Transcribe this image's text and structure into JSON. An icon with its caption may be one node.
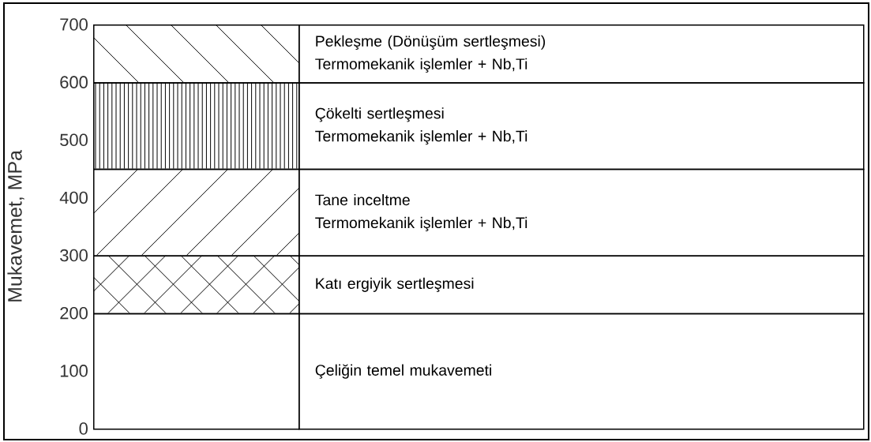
{
  "diagram": {
    "nodes": [
      {
        "text": [],
        "shape": "box"
      },
      {
        "text": [],
        "shape": "box"
      },
      {
        "text": [],
        "shape": "box"
      },
      {
        "text": [],
        "shape": "box"
      },
      {
        "text": [],
        "shape": "box"
      },
      {
        "text": [
          "Pekleşme (Dönüşüm sertleşmesi)",
          "Termomekanik işlemler + Nb,Ti"
        ]
      },
      {
        "text": [
          "Çökelti sertleşmesi",
          "Termomekanik işlemler + Nb,Ti"
        ]
      },
      {
        "text": [
          "Tane inceltme",
          "Termomekanik işlemler + Nb,Ti"
        ]
      },
      {
        "text": [
          "Katı ergiyik sertleşmesi"
        ]
      },
      {
        "text": [
          "Çeliğin temel mukavemeti"
        ]
      }
    ],
    "labels": [
      "Mukavemet, MPa",
      "700",
      "600",
      "500",
      "400",
      "300",
      "200",
      "100",
      "0"
    ]
  }
}
